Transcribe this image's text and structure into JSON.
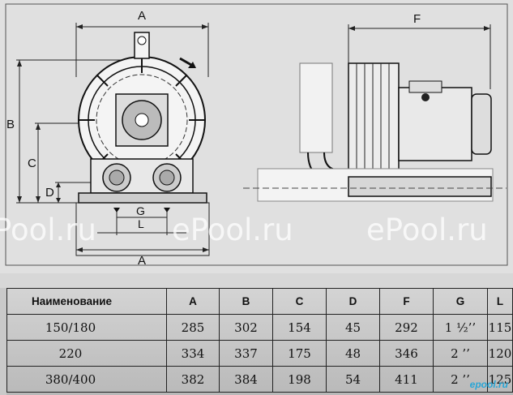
{
  "drawing": {
    "dim_labels": {
      "A_top": "A",
      "B": "B",
      "C": "C",
      "D": "D",
      "G": "G",
      "L": "L",
      "A_bottom": "A",
      "F": "F"
    },
    "watermarks": [
      "Pool.ru",
      "ePool.ru",
      "ePool.ru"
    ]
  },
  "table": {
    "headers": [
      "Наименование",
      "A",
      "B",
      "C",
      "D",
      "F",
      "G",
      "L"
    ],
    "rows": [
      [
        "150/180",
        "285",
        "302",
        "154",
        "45",
        "292",
        "1 ½’’",
        "115"
      ],
      [
        "220",
        "334",
        "337",
        "175",
        "48",
        "346",
        "2 ’’",
        "120"
      ],
      [
        "380/400",
        "382",
        "384",
        "198",
        "54",
        "411",
        "2 ’’",
        "125"
      ]
    ]
  },
  "logo": "epool.ru"
}
